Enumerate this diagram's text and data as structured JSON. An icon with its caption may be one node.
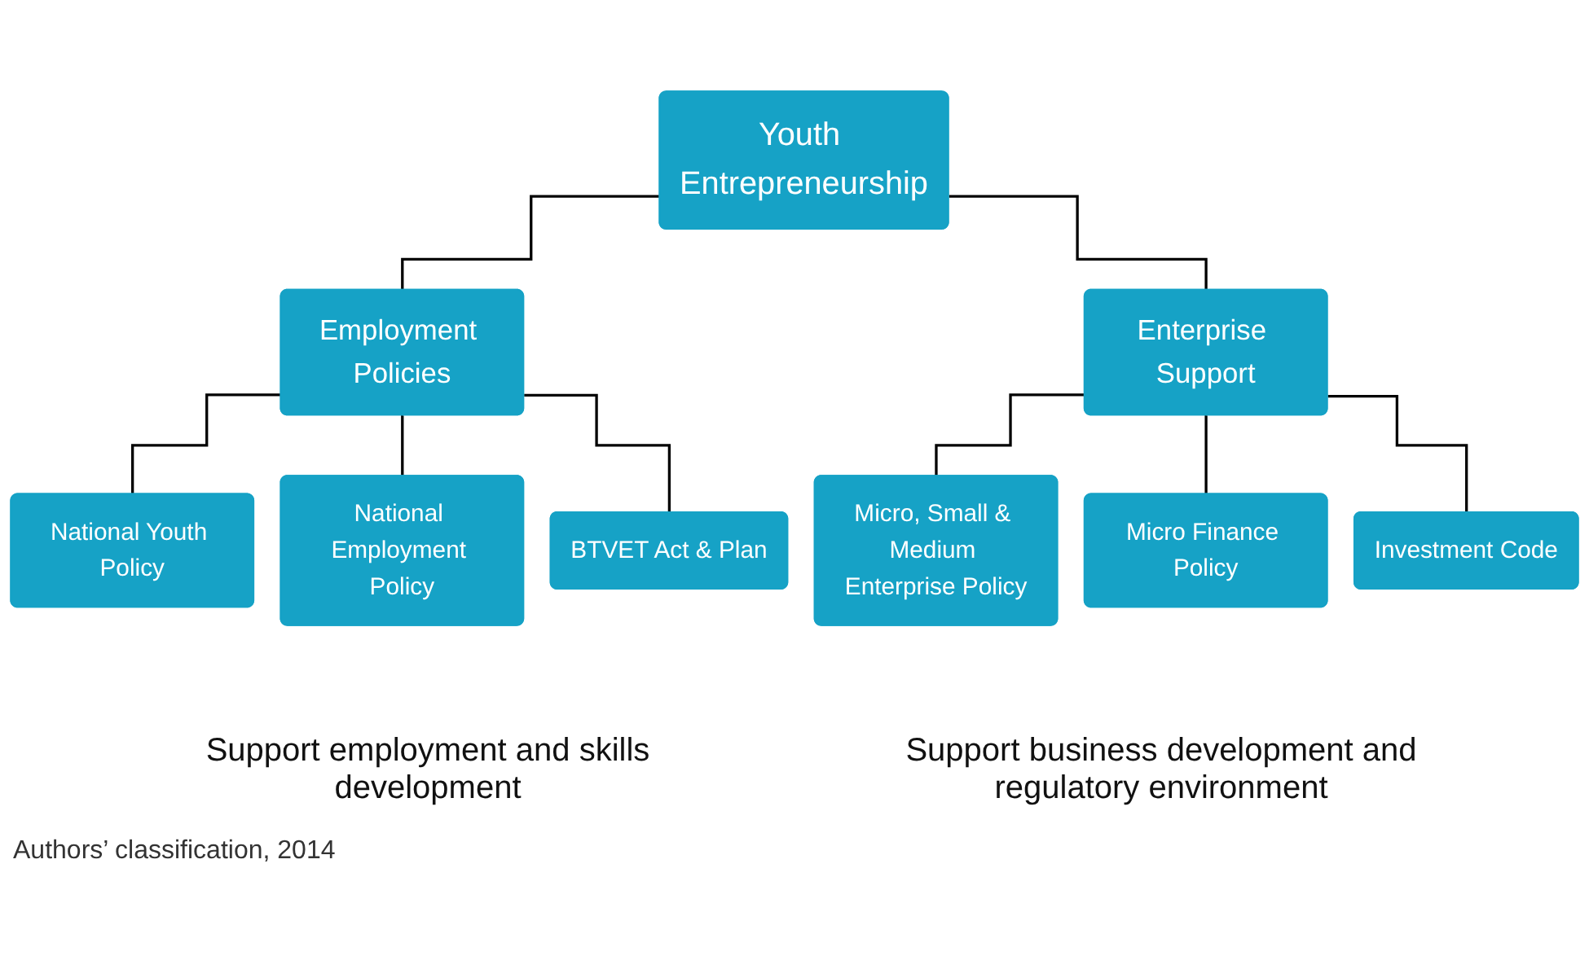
{
  "diagram": {
    "caption": "Authors’ classification, 2014",
    "nodes": [
      {
        "text": [
          "Youth Entrepreneurship"
        ]
      },
      {
        "text": [
          "Employment Policies"
        ]
      },
      {
        "text": [
          "Enterprise Support"
        ]
      },
      {
        "text": [
          "National Youth Policy"
        ]
      },
      {
        "text": [
          "National Employment Policy"
        ]
      },
      {
        "text": [
          "BTVET Act & Plan"
        ]
      },
      {
        "text": [
          "Micro, Small & Medium Enterprise Policy"
        ]
      },
      {
        "text": [
          "Micro Finance Policy"
        ]
      },
      {
        "text": [
          "Investment Code"
        ]
      }
    ],
    "edges": [
      {
        "from": 0,
        "to": 1,
        "arrow": "none"
      },
      {
        "from": 0,
        "to": 2,
        "arrow": "none"
      },
      {
        "from": 1,
        "to": 3,
        "arrow": "none"
      },
      {
        "from": 1,
        "to": 4,
        "arrow": "none"
      },
      {
        "from": 1,
        "to": 5,
        "arrow": "none"
      },
      {
        "from": 2,
        "to": 6,
        "arrow": "none"
      },
      {
        "from": 2,
        "to": 7,
        "arrow": "none"
      },
      {
        "from": 2,
        "to": 8,
        "arrow": "none"
      }
    ],
    "labels": [
      "Support employment and skills development",
      "Support business development and regulatory environment"
    ]
  }
}
